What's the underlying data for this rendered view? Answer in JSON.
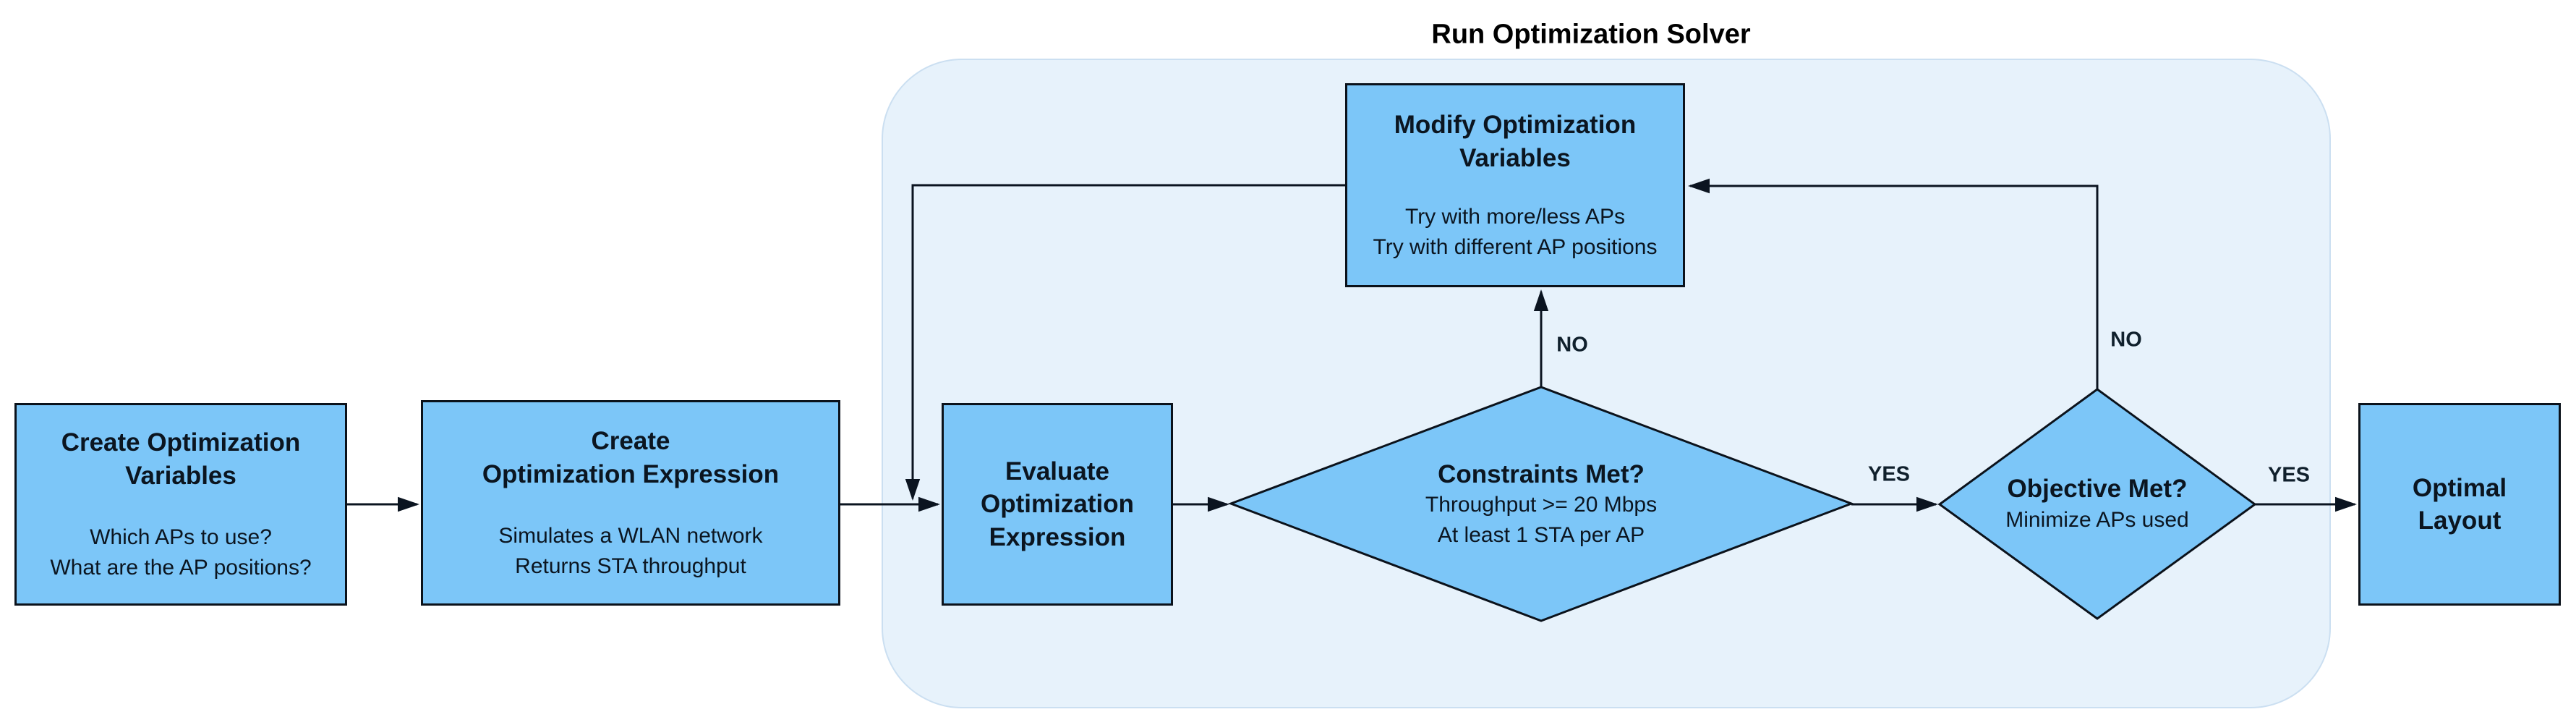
{
  "group": {
    "title": "Run Optimization Solver"
  },
  "nodes": {
    "create_variables": {
      "title_lines": [
        "Create Optimization",
        "Variables"
      ],
      "body_lines": [
        "Which APs to use?",
        "What are the AP positions?"
      ]
    },
    "create_expression": {
      "title_lines": [
        "Create",
        "Optimization Expression"
      ],
      "body_lines": [
        "Simulates a WLAN network",
        "Returns STA throughput"
      ]
    },
    "evaluate_expression": {
      "title_lines": [
        "Evaluate",
        "Optimization",
        "Expression"
      ]
    },
    "modify_variables": {
      "title_lines": [
        "Modify Optimization",
        "Variables"
      ],
      "body_lines": [
        "Try with more/less APs",
        "Try with different AP positions"
      ]
    },
    "constraints_met": {
      "title": "Constraints Met?",
      "body_lines": [
        "Throughput >= 20 Mbps",
        "At least 1 STA per AP"
      ]
    },
    "objective_met": {
      "title": "Objective Met?",
      "body_lines": [
        "Minimize APs used"
      ]
    },
    "optimal_layout": {
      "title_lines": [
        "Optimal",
        "Layout"
      ]
    }
  },
  "edge_labels": {
    "constraints_no": "NO",
    "constraints_yes": "YES",
    "objective_no": "NO",
    "objective_yes": "YES"
  },
  "colors": {
    "node_fill": "#7cc6f8",
    "node_border": "#0b121b",
    "container_fill": "#e7f2fb",
    "container_border": "#cbdff1",
    "line": "#0b1420",
    "text": "#0b1520",
    "background": "#ffffff"
  }
}
